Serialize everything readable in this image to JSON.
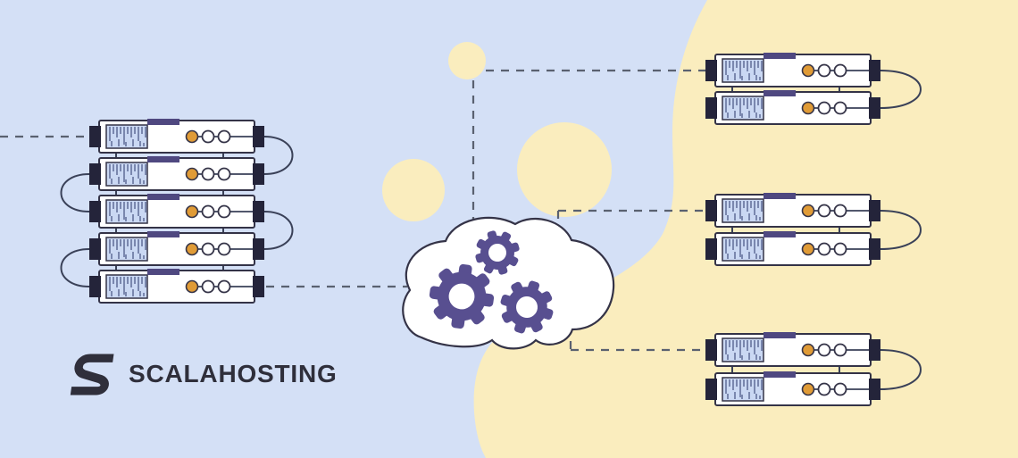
{
  "brand": {
    "name": "SCALAHOSTING",
    "icon": "brand-s-icon"
  },
  "illustration": {
    "left_cluster": {
      "server_count": 5
    },
    "right_clusters": [
      {
        "server_count": 2
      },
      {
        "server_count": 2
      },
      {
        "server_count": 2
      }
    ],
    "cloud": {
      "gear_count": 3
    },
    "icons": [
      "server-icon",
      "cloud-icon",
      "gear-icon",
      "brand-s-icon"
    ],
    "colors": {
      "background": "#D4E0F6",
      "blob": "#FAEDBE",
      "white": "#FFFFFF",
      "outline": "#343347",
      "cap": "#24243A",
      "bar": "#4F4880",
      "gear": "#584F90",
      "orange": "#E09B36",
      "panel": "#CAD8F3",
      "tick": "#5F6C98",
      "cable": "#3A4158",
      "dash": "#5A6170",
      "logo": "#2F2F3B"
    }
  }
}
